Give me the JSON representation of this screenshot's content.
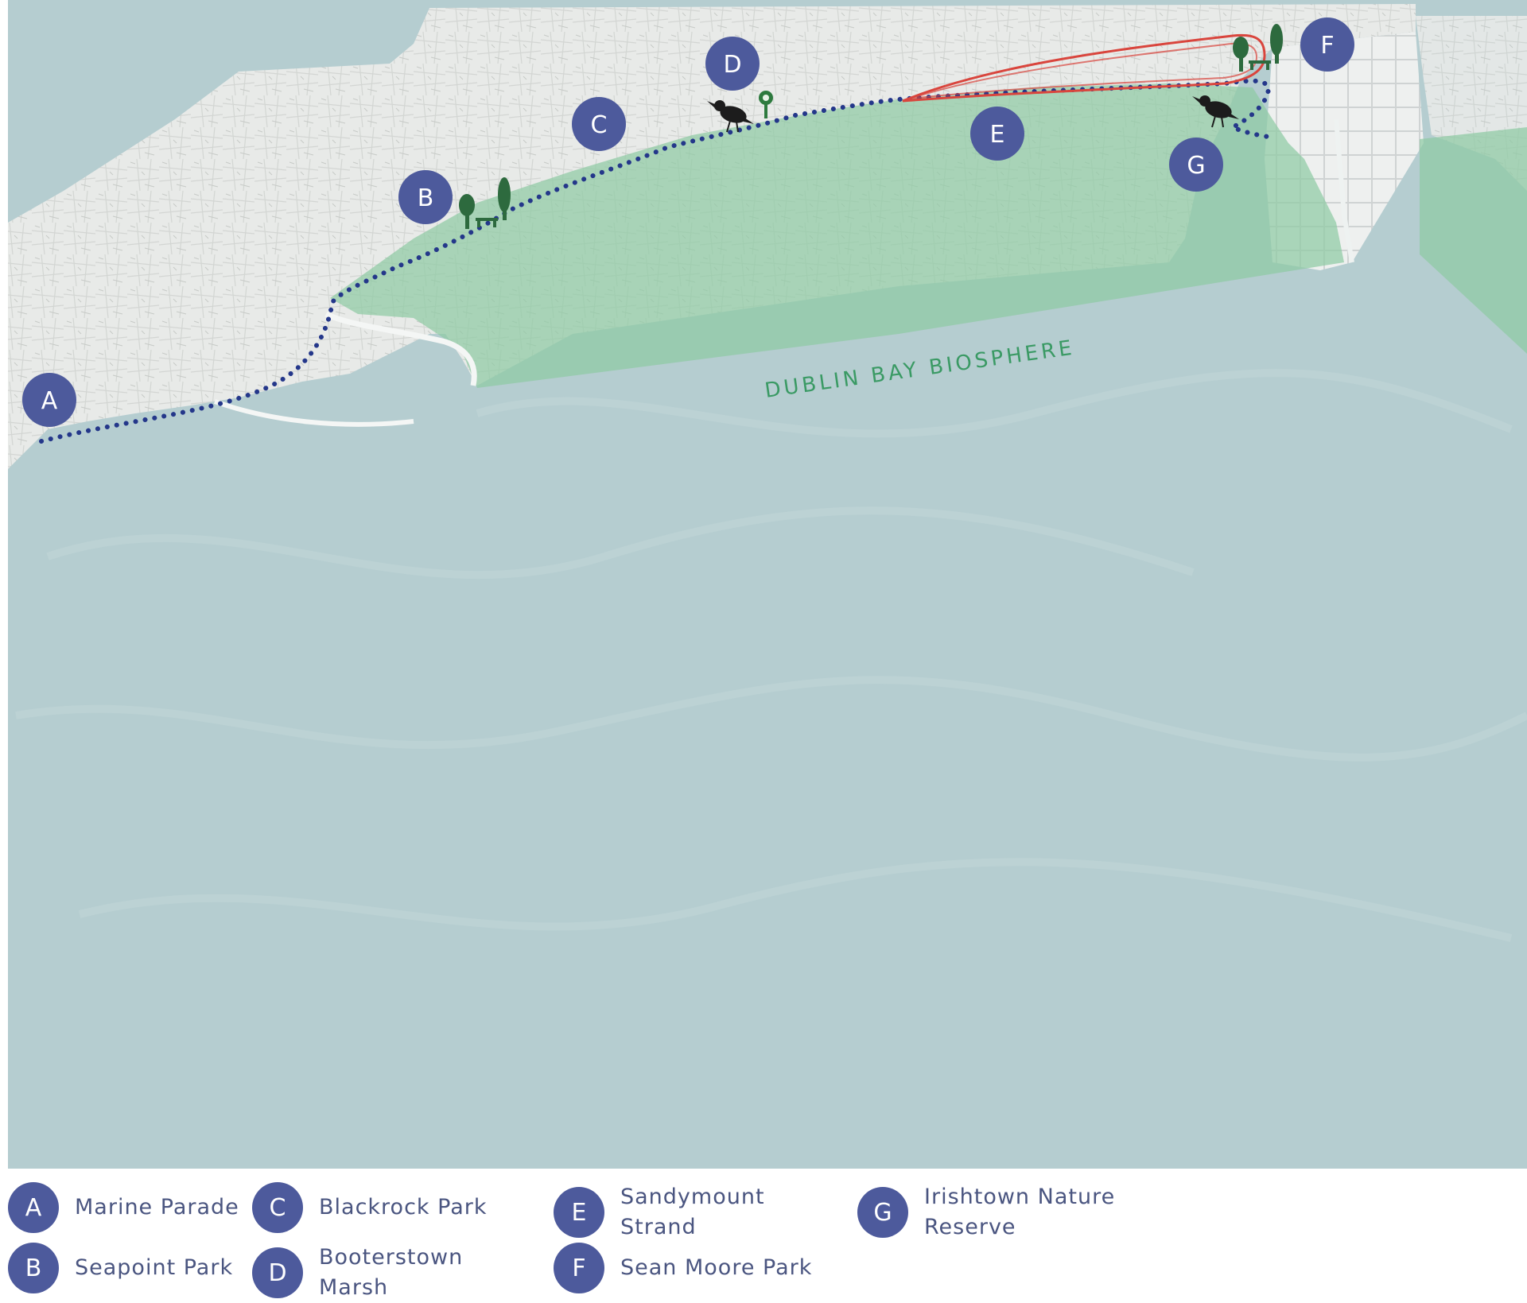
{
  "map": {
    "region_label": "DUBLIN BAY BIOSPHERE",
    "colors": {
      "sea": "#b5cdd0",
      "land": "#e6e8e6",
      "biosphere": "#8fcba3",
      "route": "#24378a",
      "highlight": "#d9453d",
      "marker": "#4d5a9c"
    },
    "markers": [
      {
        "letter": "A"
      },
      {
        "letter": "B"
      },
      {
        "letter": "C"
      },
      {
        "letter": "D"
      },
      {
        "letter": "E"
      },
      {
        "letter": "F"
      },
      {
        "letter": "G"
      }
    ],
    "icons": [
      "tree-icon",
      "bench-icon",
      "bird-icon",
      "flower-icon"
    ]
  },
  "legend": {
    "items": [
      {
        "letter": "A",
        "label": "Marine Parade"
      },
      {
        "letter": "B",
        "label": "Seapoint Park"
      },
      {
        "letter": "C",
        "label": "Blackrock Park"
      },
      {
        "letter": "D",
        "label": "Booterstown Marsh"
      },
      {
        "letter": "E",
        "label": "Sandymount Strand"
      },
      {
        "letter": "F",
        "label": "Sean Moore Park"
      },
      {
        "letter": "G",
        "label": "Irishtown Nature Reserve"
      }
    ]
  }
}
